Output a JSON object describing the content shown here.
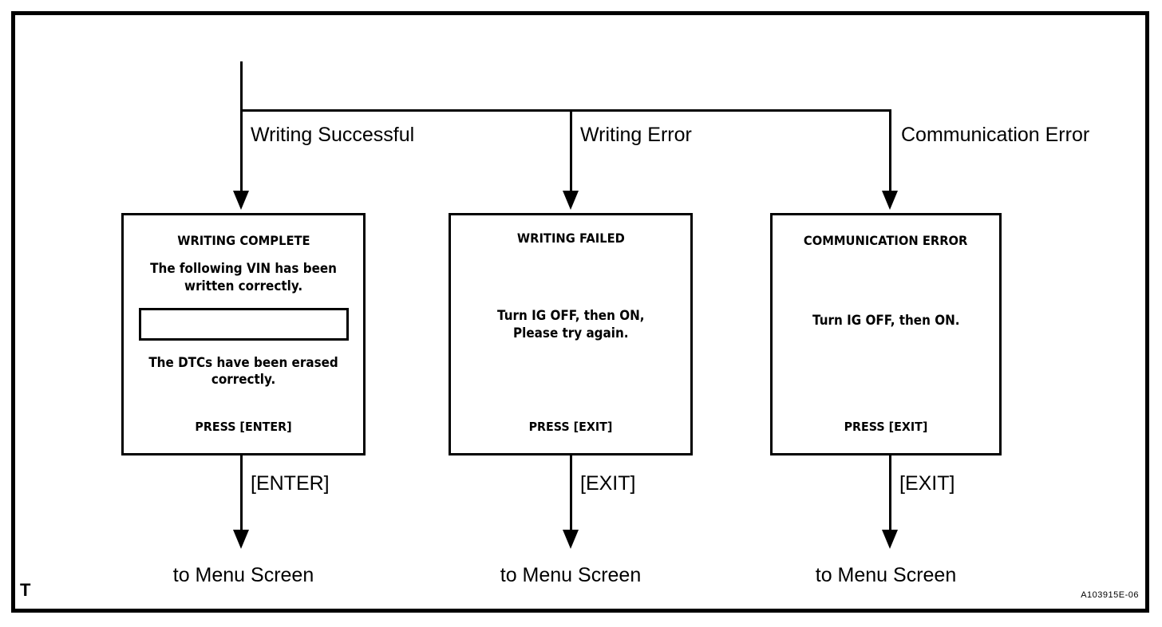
{
  "figure": {
    "corner_marker": "T",
    "figure_code": "A103915E-06"
  },
  "flow": {
    "branches": [
      {
        "label": "Writing Successful"
      },
      {
        "label": "Writing Error"
      },
      {
        "label": "Communication Error"
      }
    ],
    "exits": [
      {
        "key": "[ENTER]",
        "target": "to Menu Screen"
      },
      {
        "key": "[EXIT]",
        "target": "to Menu Screen"
      },
      {
        "key": "[EXIT]",
        "target": "to Menu Screen"
      }
    ]
  },
  "screens": [
    {
      "title": "WRITING COMPLETE",
      "body_top": "The following VIN has been\nwritten correctly.",
      "vin_field_value": "",
      "body_bottom": "The DTCs have been erased\ncorrectly.",
      "footer": "PRESS [ENTER]"
    },
    {
      "title": "WRITING  FAILED",
      "body": "Turn IG OFF, then ON,\nPlease try again.",
      "footer": "PRESS [EXIT]"
    },
    {
      "title": "COMMUNICATION ERROR",
      "body": "Turn IG OFF, then ON.",
      "footer": "PRESS [EXIT]"
    }
  ]
}
